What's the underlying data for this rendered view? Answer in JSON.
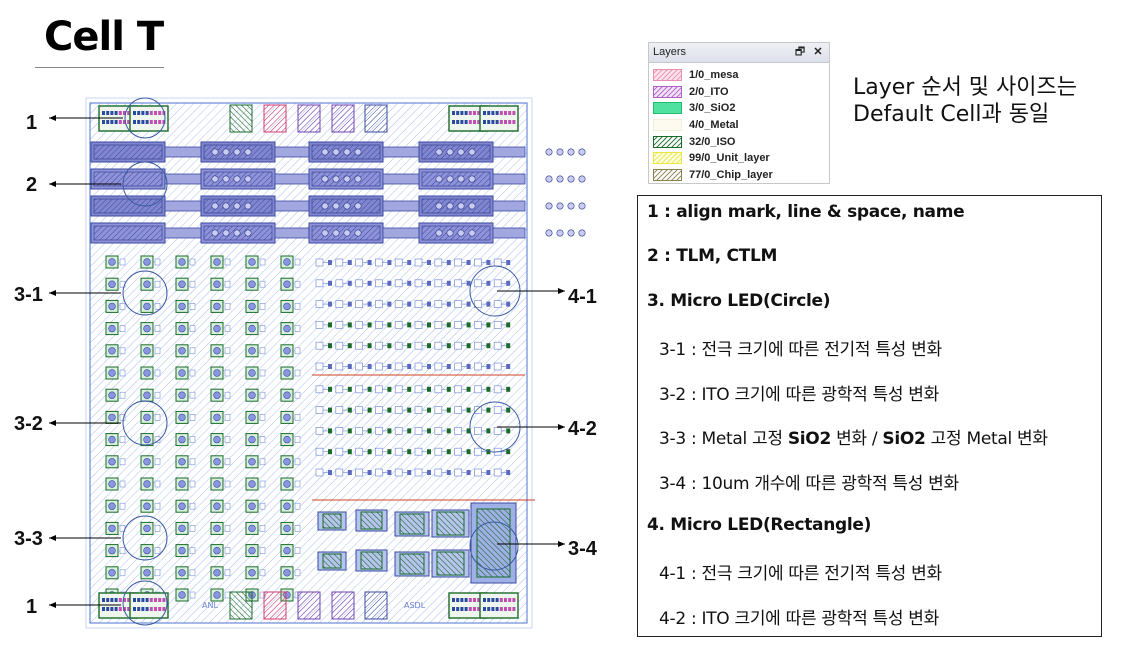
{
  "title": "Cell T",
  "layers_panel": {
    "header": "Layers",
    "layers": [
      {
        "name": "1/0_mesa",
        "color": "#e88fb0",
        "fill": "#fbe3ec",
        "pattern": "diag"
      },
      {
        "name": "2/0_ITO",
        "color": "#b060c8",
        "fill": "#f1e3f6",
        "pattern": "diag"
      },
      {
        "name": "3/0_SiO2",
        "color": "#20c070",
        "fill": "#50e0a0",
        "pattern": "solid"
      },
      {
        "name": "4/0_Metal",
        "color": "#f4efd6",
        "fill": "#fdfbf0",
        "pattern": "solid"
      },
      {
        "name": "32/0_ISO",
        "color": "#1a6b2a",
        "fill": "#ffffff",
        "pattern": "diag"
      },
      {
        "name": "99/0_Unit_layer",
        "color": "#e8e840",
        "fill": "#fdfde0",
        "pattern": "diag"
      },
      {
        "name": "77/0_Chip_layer",
        "color": "#8a8050",
        "fill": "#ffffff",
        "pattern": "diag"
      }
    ]
  },
  "note": {
    "line1": "Layer 순서 및 사이즈는",
    "line2": "Default Cell과 동일"
  },
  "legend": {
    "item1": "1 : align mark, line & space, name",
    "item2": "2 : TLM, CTLM",
    "item3": "3. Micro LED(Circle)",
    "item3_1": "3-1 : 전극 크기에 따른 전기적 특성 변화",
    "item3_2": "3-2 : ITO 크기에 따른 광학적 특성 변화",
    "item3_3": {
      "a": "3-3 : Metal 고정 ",
      "b": "SiO2",
      "c": " 변화 / ",
      "d": "SiO2",
      "e": " 고정 Metal 변화"
    },
    "item3_4": "3-4 : 10um 개수에 따른 광학적 특성 변화",
    "item4": "4. Micro LED(Rectangle)",
    "item4_1": "4-1 : 전극 크기에 따른 전기적 특성 변화",
    "item4_2": "4-2 : ITO 크기에 따른 광학적 특성 변화"
  },
  "callouts": [
    "1",
    "2",
    "3-1",
    "3-2",
    "3-3",
    "1",
    "4-1",
    "4-2",
    "3-4"
  ],
  "layout_labels": {
    "left": "ANL",
    "right": "ASDL"
  },
  "colors": {
    "chip_border": "#6a8ad8",
    "chip_hatch": "#a9bff0",
    "tlm_pad": "#7f86cf",
    "iso_green": "#1a6b2a",
    "divider_red": "#d04020",
    "circle": "#3a5aa0"
  }
}
